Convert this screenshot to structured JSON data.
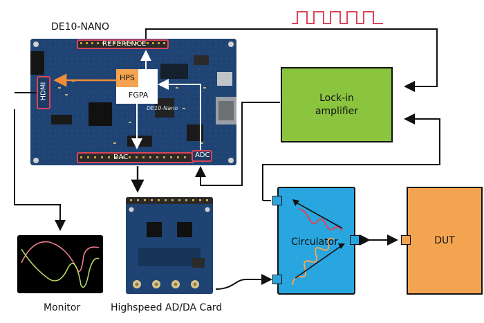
{
  "title": "DE10-NANO",
  "board": {
    "reference": "REFERENCE",
    "hps": "HPS",
    "fpga": "FGPA",
    "hdmi": "HDMI",
    "dac": "DAC",
    "adc": "ADC",
    "silk": "DE10-Nano"
  },
  "lockin": {
    "line1": "Lock-in",
    "line2": "amplifier"
  },
  "circulator": {
    "label": "Circulator"
  },
  "dut": {
    "label": "DUT"
  },
  "monitor": {
    "label": "Monitor"
  },
  "card": {
    "label": "Highspeed AD/DA Card"
  },
  "colors": {
    "lockin_fill": "#8bc53f",
    "circulator_fill": "#29a6df",
    "dut_fill": "#f4a451",
    "hps_fill": "#f4a451",
    "highlight_red": "#e0445a",
    "orange_arrow": "#f28c38"
  }
}
